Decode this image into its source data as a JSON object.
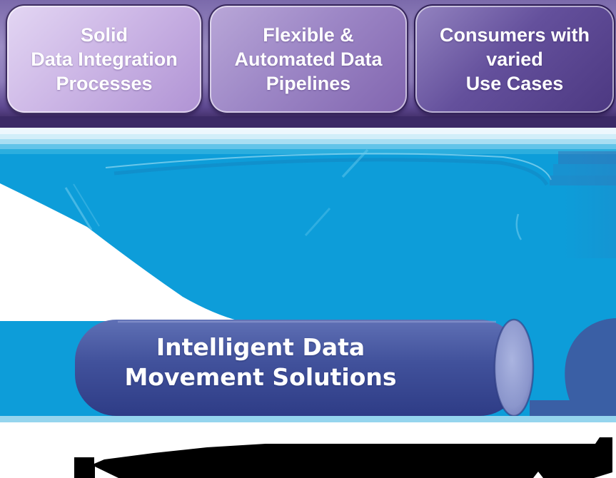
{
  "boxes": [
    {
      "id": "solid-data-integration-processes",
      "lines": [
        "Solid",
        "Data Integration",
        "Processes"
      ],
      "fill_start": "#e3d6f3",
      "fill_end": "#b093d4"
    },
    {
      "id": "flexible-automated-data-pipelines",
      "lines": [
        "Flexible &",
        "Automated Data",
        "Pipelines"
      ],
      "fill_start": "#b9a7d8",
      "fill_end": "#8165af"
    },
    {
      "id": "consumers-with-varied-use-cases",
      "lines": [
        "Consumers with",
        "varied",
        "Use Cases"
      ],
      "fill_start": "#9383c0",
      "fill_end": "#4c3881"
    }
  ],
  "pipeline": {
    "lines": [
      "Intelligent Data",
      "Movement Solutions"
    ],
    "fill_top": "#5b6cb2",
    "fill_bottom": "#2e3c86",
    "cap_fill": "#8b96cc"
  },
  "colors": {
    "panel_purple": "#8d7cba",
    "band_purple": "#3b2a66",
    "funnel_blue": "#0d9dd9",
    "swoosh_indigo": "#3a5fa5",
    "bottom_stripe": "#95d5ee",
    "cropped_text": "#000000",
    "text": "#ffffff"
  },
  "stripes": [
    "#edf7fd",
    "#d2eef9",
    "#a8def2",
    "#62c4e9",
    "#2caede"
  ]
}
